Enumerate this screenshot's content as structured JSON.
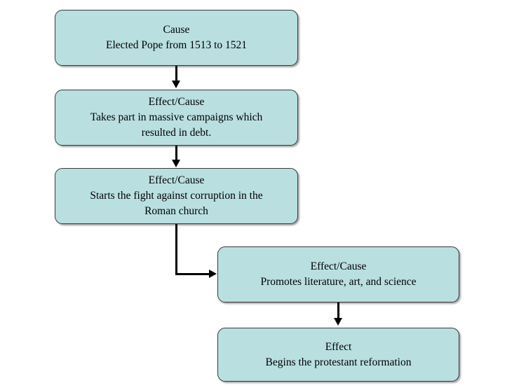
{
  "diagram": {
    "type": "cause-and-effect-flowchart",
    "background_color": "#ffffff",
    "node_fill_color": "#b9dfe1",
    "node_border_color": "#3a3a3a",
    "connector_color": "#000000",
    "nodes": [
      {
        "id": "cause",
        "heading": "Cause",
        "body": "Elected Pope from 1513 to 1521"
      },
      {
        "id": "campaigns",
        "heading": "Effect/Cause",
        "body_line1": "Takes part in massive campaigns which",
        "body_line2": "resulted in debt."
      },
      {
        "id": "corruption",
        "heading": "Effect/Cause",
        "body_line1": "Starts the fight against corruption in the",
        "body_line2": "Roman church"
      },
      {
        "id": "promotes",
        "heading": "Effect/Cause",
        "body": "Promotes literature, art, and science"
      },
      {
        "id": "reformation",
        "heading": "Effect",
        "body": "Begins the protestant reformation"
      }
    ],
    "edges": [
      {
        "id": "edge-1",
        "from": "cause",
        "to": "campaigns",
        "style": "straight-down-arrow"
      },
      {
        "id": "edge-2",
        "from": "campaigns",
        "to": "corruption",
        "style": "straight-down-arrow"
      },
      {
        "id": "edge-3",
        "from": "corruption",
        "to": "promotes",
        "style": "elbow-down-right-arrow"
      },
      {
        "id": "edge-4",
        "from": "promotes",
        "to": "reformation",
        "style": "straight-down-arrow"
      }
    ]
  }
}
